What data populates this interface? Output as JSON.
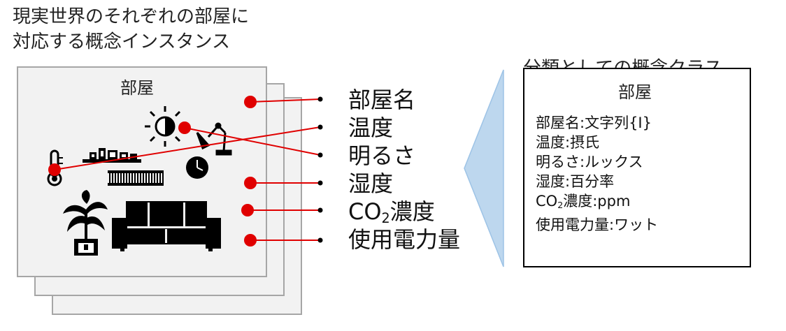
{
  "instance_caption": {
    "line1": "現実世界のそれぞれの部屋に",
    "line2": "対応する概念インスタンス"
  },
  "room_card": {
    "title": "部屋"
  },
  "properties": [
    {
      "label": "部屋名"
    },
    {
      "label": "温度"
    },
    {
      "label": "明るさ"
    },
    {
      "label": "湿度"
    },
    {
      "label_main": "CO",
      "label_sub": "2",
      "label_rest": "濃度"
    },
    {
      "label": "使用電力量"
    }
  ],
  "class_caption": "分類としての概念クラス",
  "class_box": {
    "title": "部屋",
    "lines": [
      "部屋名:文字列{I}",
      "温度:摂氏",
      "明るさ:ルックス",
      "湿度:百分率",
      {
        "main": "CO",
        "sub": "2",
        "rest": "濃度:ppm"
      },
      "使用電力量:ワット"
    ]
  },
  "colors": {
    "connector": "#e00000",
    "card_fill": "#f2f2f2",
    "card_border": "#a6a6a6",
    "arrow_fill": "#bdd7ee",
    "icons": "#000000"
  },
  "icons": [
    "thermometer-icon",
    "sun-icon",
    "desk-lamp-icon",
    "clock-icon",
    "shelf-icon",
    "radiator-icon",
    "plant-icon",
    "sofa-icon"
  ]
}
